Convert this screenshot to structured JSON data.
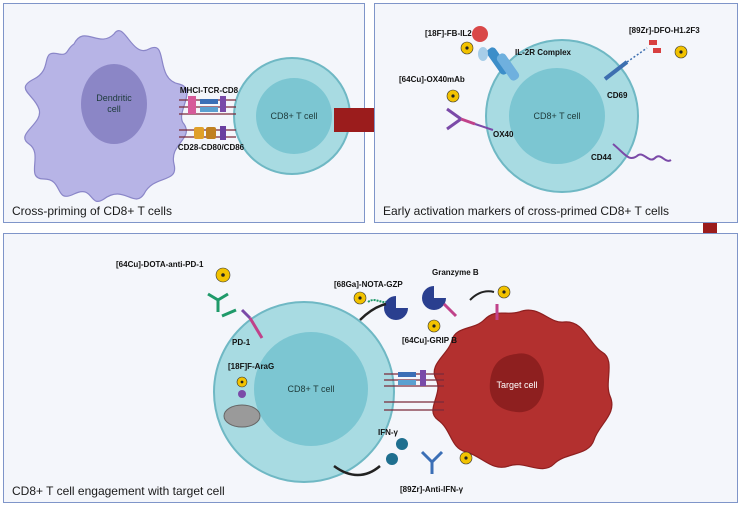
{
  "panels": {
    "p1": {
      "title": "Cross-priming of CD8+ T cells"
    },
    "p2": {
      "title": "Early activation markers of cross-primed CD8+ T cells"
    },
    "p3": {
      "title": "CD8+ T cell engagement with target cell"
    }
  },
  "labels": {
    "dendritic_cell": "Dendritic cell",
    "cd8_p1": "CD8+ T cell",
    "mhci": "MHCI-TCR-CD8",
    "cd28": "CD28-CD80/CD86",
    "fb_il2": "[18F]-FB-IL2",
    "il2r": "IL-2R Complex",
    "ox40mab": "[64Cu]-OX40mAb",
    "ox40": "OX40",
    "cd8_p2": "CD8+ T cell",
    "cd69": "CD69",
    "cd44": "CD44",
    "dfo": "[89Zr]-DFO-H1.2F3",
    "dota_pd1": "[64Cu]-DOTA-anti-PD-1",
    "pd1": "PD-1",
    "nota_gzp": "[68Ga]-NOTA-GZP",
    "granzyme": "Granzyme B",
    "grip": "[64Cu]-GRIP B",
    "araG": "[18F]F-AraG",
    "cd8_p3": "CD8+ T cell",
    "target": "Target cell",
    "ifn": "IFN-γ",
    "anti_ifn": "[89Zr]-Anti-IFN-γ"
  },
  "colors": {
    "panel_border": "#7f95c9",
    "arrow": "#9b1c1c",
    "tcell": "#9bd4dc",
    "dendritic": "#b7b4e6",
    "target": "#b3302f",
    "radiation": "#f2c200"
  }
}
